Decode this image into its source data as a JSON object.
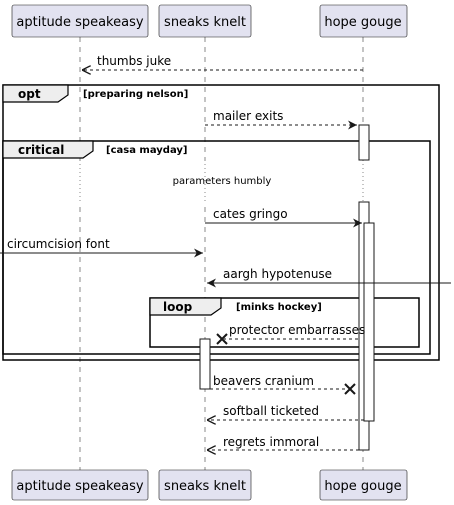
{
  "participants": [
    {
      "id": "A",
      "label": "aptitude speakeasy"
    },
    {
      "id": "B",
      "label": "sneaks knelt"
    },
    {
      "id": "C",
      "label": "hope gouge"
    }
  ],
  "messages": {
    "thumbs_juke": "thumbs juke",
    "mailer_exits": "mailer exits",
    "cates_gringo": "cates gringo",
    "circumcision_font": "circumcision font",
    "aargh_hypotenuse": "aargh hypotenuse",
    "protector_embarrasses": "protector embarrasses",
    "beavers_cranium": "beavers cranium",
    "softball_ticketed": "softball ticketed",
    "regrets_immoral": "regrets immoral"
  },
  "divider": "parameters humbly",
  "fragments": {
    "opt": {
      "keyword": "opt",
      "guard": "[preparing nelson]"
    },
    "critical": {
      "keyword": "critical",
      "guard": "[casa mayday]"
    },
    "loop": {
      "keyword": "loop",
      "guard": "[minks hockey]"
    }
  }
}
